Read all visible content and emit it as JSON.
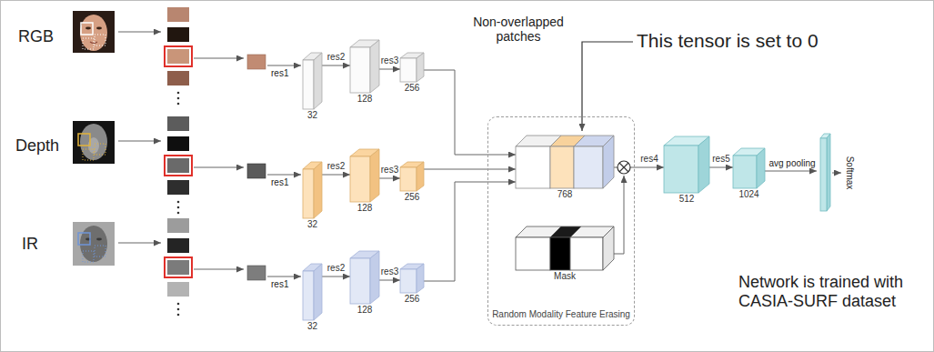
{
  "diagram": {
    "nodes": [
      {
        "text": [
          "32"
        ]
      },
      {
        "text": [
          "128"
        ]
      },
      {
        "text": [
          "256"
        ]
      },
      {
        "text": [
          "32"
        ]
      },
      {
        "text": [
          "128"
        ]
      },
      {
        "text": [
          "256"
        ]
      },
      {
        "text": [
          "32"
        ]
      },
      {
        "text": [
          "128"
        ]
      },
      {
        "text": [
          "256"
        ]
      },
      {
        "text": [
          "Random Modality Feature Erasing"
        ]
      },
      {
        "text": [
          "768"
        ],
        "in": 9
      },
      {
        "text": [
          "Mask"
        ],
        "in": 9
      },
      {
        "text": [
          "512"
        ]
      },
      {
        "text": [
          "1024"
        ]
      }
    ],
    "edges": [
      {
        "from": 0,
        "to": 1,
        "arrow": "to",
        "label": "res2"
      },
      {
        "from": 1,
        "to": 2,
        "arrow": "to",
        "label": "res3"
      },
      {
        "from": 3,
        "to": 4,
        "arrow": "to",
        "label": "res2"
      },
      {
        "from": 4,
        "to": 5,
        "arrow": "to",
        "label": "res3"
      },
      {
        "from": 6,
        "to": 7,
        "arrow": "to",
        "label": "res2"
      },
      {
        "from": 7,
        "to": 8,
        "arrow": "to",
        "label": "res3"
      },
      {
        "from": 2,
        "to": 10,
        "arrow": "to"
      },
      {
        "from": 5,
        "to": 10,
        "arrow": "to"
      },
      {
        "from": 8,
        "to": 10,
        "arrow": "to"
      },
      {
        "from": 10,
        "to": 12,
        "arrow": "to",
        "label": "res4"
      },
      {
        "from": 12,
        "to": 13,
        "arrow": "to",
        "label": "res5"
      }
    ],
    "labels": [
      "Non-overlapped patches",
      "This tensor is set to 0",
      "RGB",
      "res1",
      "Depth",
      "res1",
      "IR",
      "res1",
      "avg pooling",
      "Softmax",
      "Network is trained with CASIA-SURF dataset"
    ]
  }
}
